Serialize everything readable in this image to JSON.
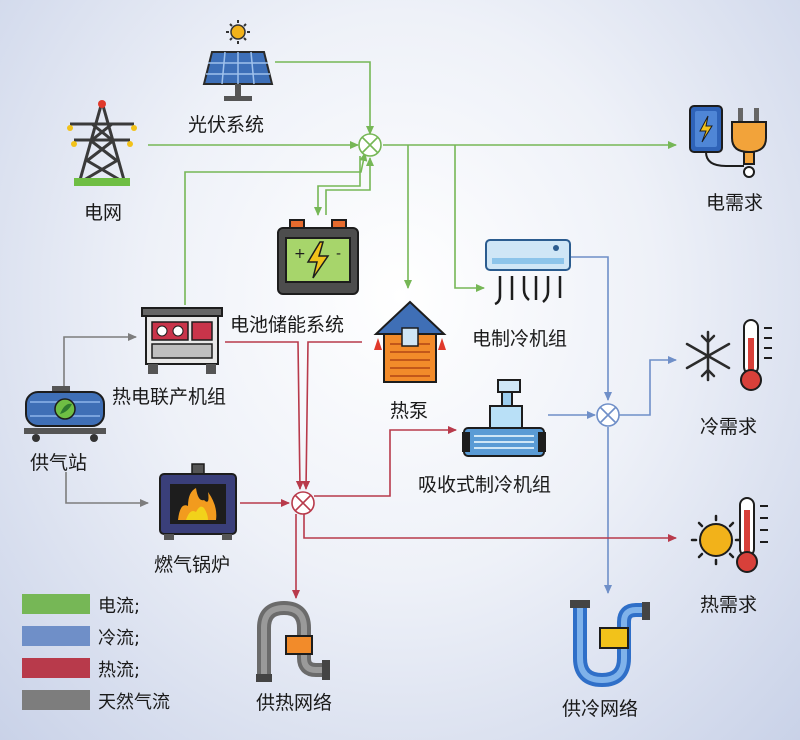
{
  "colors": {
    "electric": "#76b756",
    "cold": "#6f8fc8",
    "heat": "#b83a4b",
    "gas": "#7d7d7d"
  },
  "nodes": {
    "pv": "光伏系统",
    "grid": "电网",
    "elec_demand": "电需求",
    "battery": "电池储能系统",
    "electric_chiller": "电制冷机组",
    "chp": "热电联产机组",
    "heat_pump": "热泵",
    "gas_station": "供气站",
    "absorption_chiller": "吸收式制冷机组",
    "cold_demand": "冷需求",
    "gas_boiler": "燃气锅炉",
    "heat_demand": "热需求",
    "heating_network": "供热网络",
    "cooling_network": "供冷网络"
  },
  "legend": [
    {
      "label": "电流;",
      "color": "#76b756"
    },
    {
      "label": "冷流;",
      "color": "#6f8fc8"
    },
    {
      "label": "热流;",
      "color": "#b83a4b"
    },
    {
      "label": "天然气流",
      "color": "#7d7d7d"
    }
  ],
  "icons": {
    "pv": "solar-panel-icon",
    "grid": "power-tower-icon",
    "elec_demand": "plug-socket-icon",
    "battery": "battery-icon",
    "electric_chiller": "air-conditioner-icon",
    "chp": "generator-icon",
    "heat_pump": "heat-pump-house-icon",
    "gas_station": "gas-tank-icon",
    "absorption_chiller": "absorption-chiller-icon",
    "cold_demand": "snowflake-thermometer-icon",
    "gas_boiler": "stove-fire-icon",
    "heat_demand": "sun-thermometer-icon",
    "heating_network": "heating-pipe-icon",
    "cooling_network": "cooling-pipe-icon"
  }
}
